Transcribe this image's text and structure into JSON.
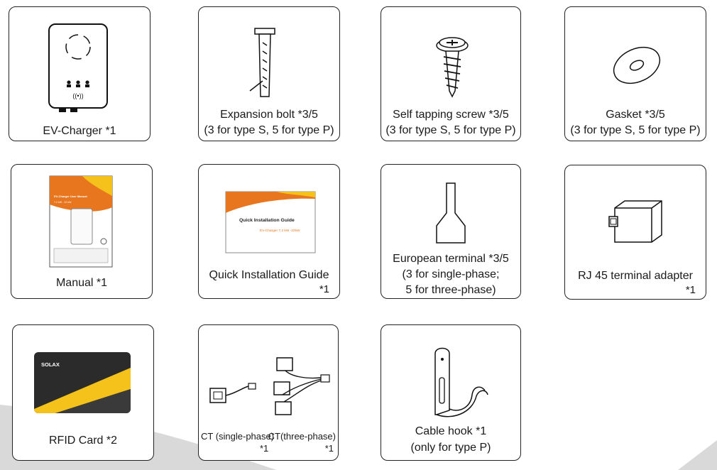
{
  "items": {
    "ev_charger": {
      "label": "EV-Charger *1"
    },
    "expansion_bolt": {
      "label": "Expansion bolt *3/5",
      "note": "(3 for type S, 5 for type P)"
    },
    "self_tapping_screw": {
      "label": "Self tapping screw *3/5",
      "note": "(3 for type S, 5 for type P)"
    },
    "gasket": {
      "label": "Gasket *3/5",
      "note": "(3 for type S, 5 for type P)"
    },
    "manual": {
      "label": "Manual *1"
    },
    "quick_guide": {
      "label": "Quick Installation Guide",
      "qty": "*1"
    },
    "european_terminal": {
      "label": "European terminal *3/5",
      "note1": "(3 for single-phase;",
      "note2": "5 for three-phase)"
    },
    "rj45_adapter": {
      "label": "RJ 45 terminal adapter",
      "qty": "*1"
    },
    "rfid_card": {
      "label": "RFID Card  *2"
    },
    "ct": {
      "single": "CT (single-phase)",
      "three": "CT(three-phase)",
      "qty_single": "*1",
      "qty_three": "*1"
    },
    "cable_hook": {
      "label": "Cable hook  *1",
      "note": "(only for type P)"
    }
  },
  "manual_cover": {
    "title": "EV-Charger User Manual",
    "rating": "7.2 kW - 22 kW"
  },
  "guide_cover": {
    "title": "Quick Installation Guide",
    "subtitle": "EV-Charger 7.2 kW -22kW"
  },
  "rfid": {
    "brand": "SOLAX"
  },
  "colors": {
    "orange": "#e8761e",
    "yellow": "#f4c21a",
    "border": "#222222",
    "bg_grey": "#dcdcdc"
  }
}
